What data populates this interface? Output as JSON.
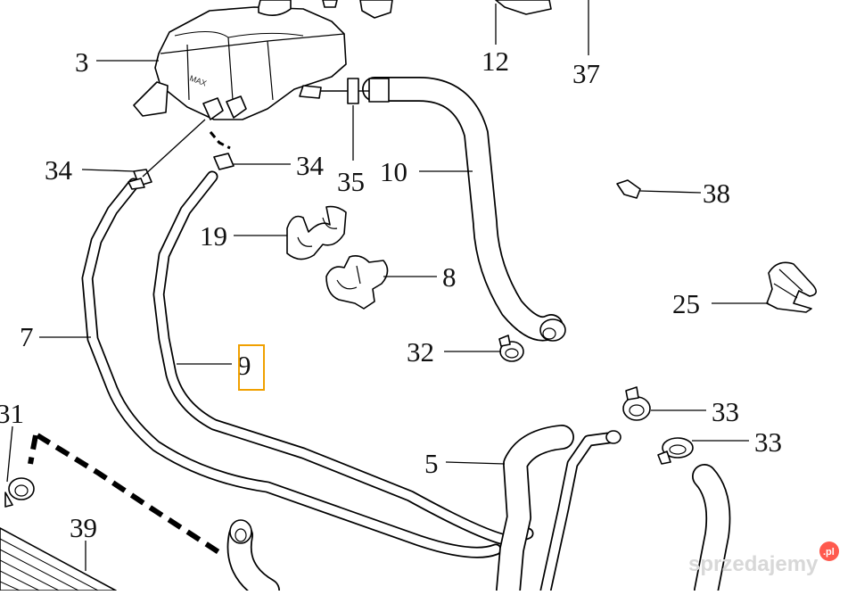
{
  "callouts": {
    "c3": "3",
    "c12": "12",
    "c37": "37",
    "c34a": "34",
    "c34b": "34",
    "c35": "35",
    "c10": "10",
    "c38": "38",
    "c19": "19",
    "c8": "8",
    "c25": "25",
    "c7": "7",
    "c32": "32",
    "c9": "9",
    "c31": "31",
    "c33a": "33",
    "c33b": "33",
    "c5": "5",
    "c39": "39"
  },
  "highlight": {
    "target": "9",
    "color": "#f0a000"
  },
  "tank_marking": "MAX",
  "watermark": {
    "text": "sprzedajemy",
    "badge": ".pl"
  }
}
